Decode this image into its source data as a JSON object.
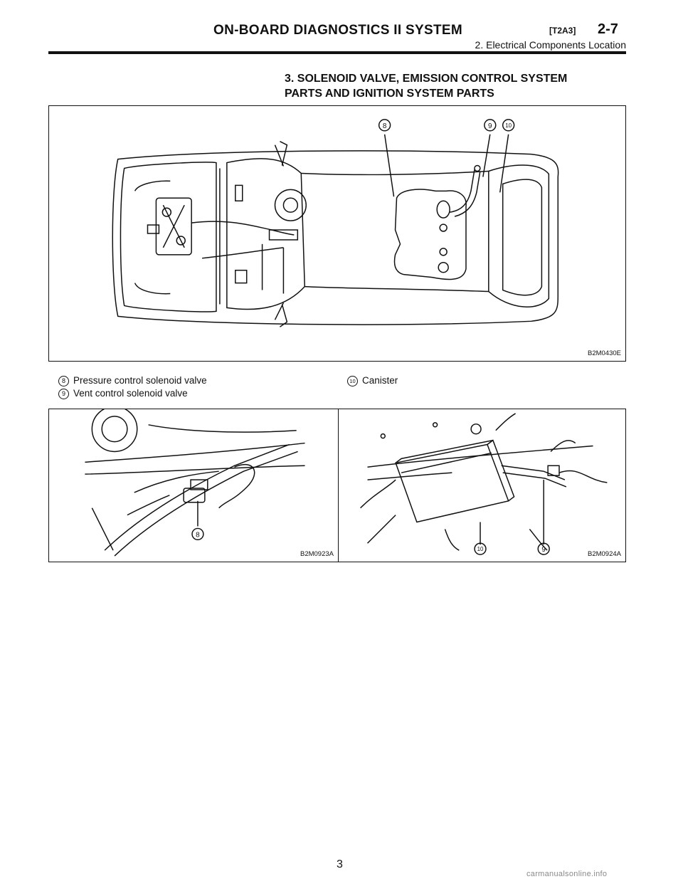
{
  "header": {
    "title": "ON-BOARD DIAGNOSTICS II SYSTEM",
    "code": "[T2A3]",
    "page": "2-7",
    "subtitle": "2. Electrical Components Location"
  },
  "section": {
    "title_line1": "3. SOLENOID VALVE, EMISSION CONTROL SYSTEM",
    "title_line2": "PARTS AND IGNITION SYSTEM PARTS"
  },
  "figure_main": {
    "code": "B2M0430E",
    "callouts": [
      "8",
      "9",
      "10"
    ]
  },
  "legend": {
    "items": [
      {
        "num": "8",
        "label": "Pressure control solenoid valve"
      },
      {
        "num": "9",
        "label": "Vent control solenoid valve"
      },
      {
        "num": "10",
        "label": "Canister"
      }
    ]
  },
  "figure_left": {
    "code": "B2M0923A",
    "callouts": [
      "8"
    ]
  },
  "figure_right": {
    "code": "B2M0924A",
    "callouts": [
      "10",
      "9"
    ]
  },
  "footer": {
    "page_number": "3",
    "watermark": "carmanualsonline.info"
  }
}
